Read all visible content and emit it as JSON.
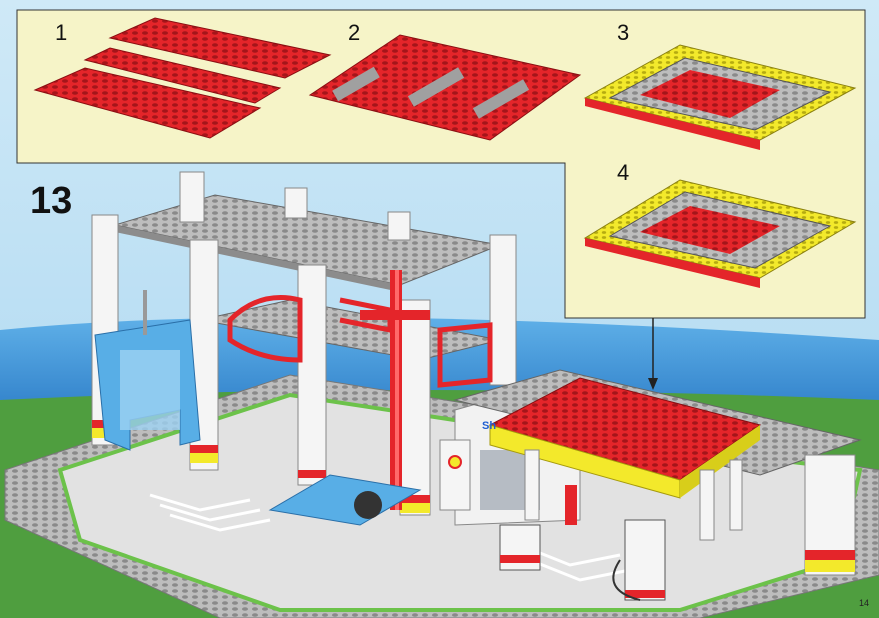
{
  "page": {
    "main_step": "13",
    "page_number": "14",
    "substeps": [
      "1",
      "2",
      "3",
      "4"
    ],
    "station_sign": "Sh"
  },
  "colors": {
    "inset_bg": "#f6f4c8",
    "sky_top": "#cfe9f7",
    "sea": "#3d8fd6",
    "grass": "#4f9e3f",
    "baseplate": "#c9c9c9",
    "plate_red": "#e4252a",
    "plate_yellow": "#f3e92b",
    "plate_gray": "#a0a0a0",
    "brick_white": "#f5f5f5",
    "wash_blue": "#58aee6"
  }
}
